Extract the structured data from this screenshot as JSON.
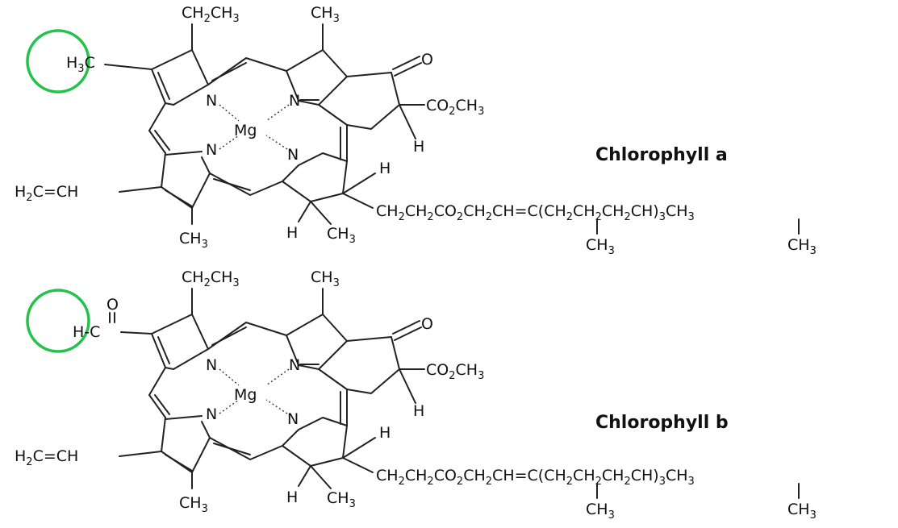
{
  "molecules": [
    {
      "title": "Chlorophyll a",
      "substituent_left_top": "H3C",
      "substituent_left_bottom": "H2C=CH",
      "top_left_group": "CH2CH3",
      "top_right_group": "CH3",
      "bottom_left_group": "CH3",
      "bottom_h": "H",
      "bottom_ch3": "CH3",
      "metal": "Mg",
      "nitrogen": "N",
      "ketone_o": "O",
      "ester": "CO2CH3",
      "ring_h1": "H",
      "ring_h2": "H",
      "chain": "CH2CH2CO2CH2CH=C(CH2CH2CH2CH)3CH3",
      "chain_branch1": "CH3",
      "chain_branch2": "CH3",
      "highlight_color": "#23c24a"
    },
    {
      "title": "Chlorophyll b",
      "substituent_left_top": "H-C",
      "aldehyde_o": "O",
      "substituent_left_bottom": "H2C=CH",
      "top_left_group": "CH2CH3",
      "top_right_group": "CH3",
      "bottom_left_group": "CH3",
      "bottom_h": "H",
      "bottom_ch3": "CH3",
      "metal": "Mg",
      "nitrogen": "N",
      "ketone_o": "O",
      "ester": "CO2CH3",
      "ring_h1": "H",
      "ring_h2": "H",
      "chain": "CH2CH2CO2CH2CH=C(CH2CH2CH2CH)3CH3",
      "chain_branch1": "CH3",
      "chain_branch2": "CH3",
      "highlight_color": "#23c24a"
    }
  ]
}
